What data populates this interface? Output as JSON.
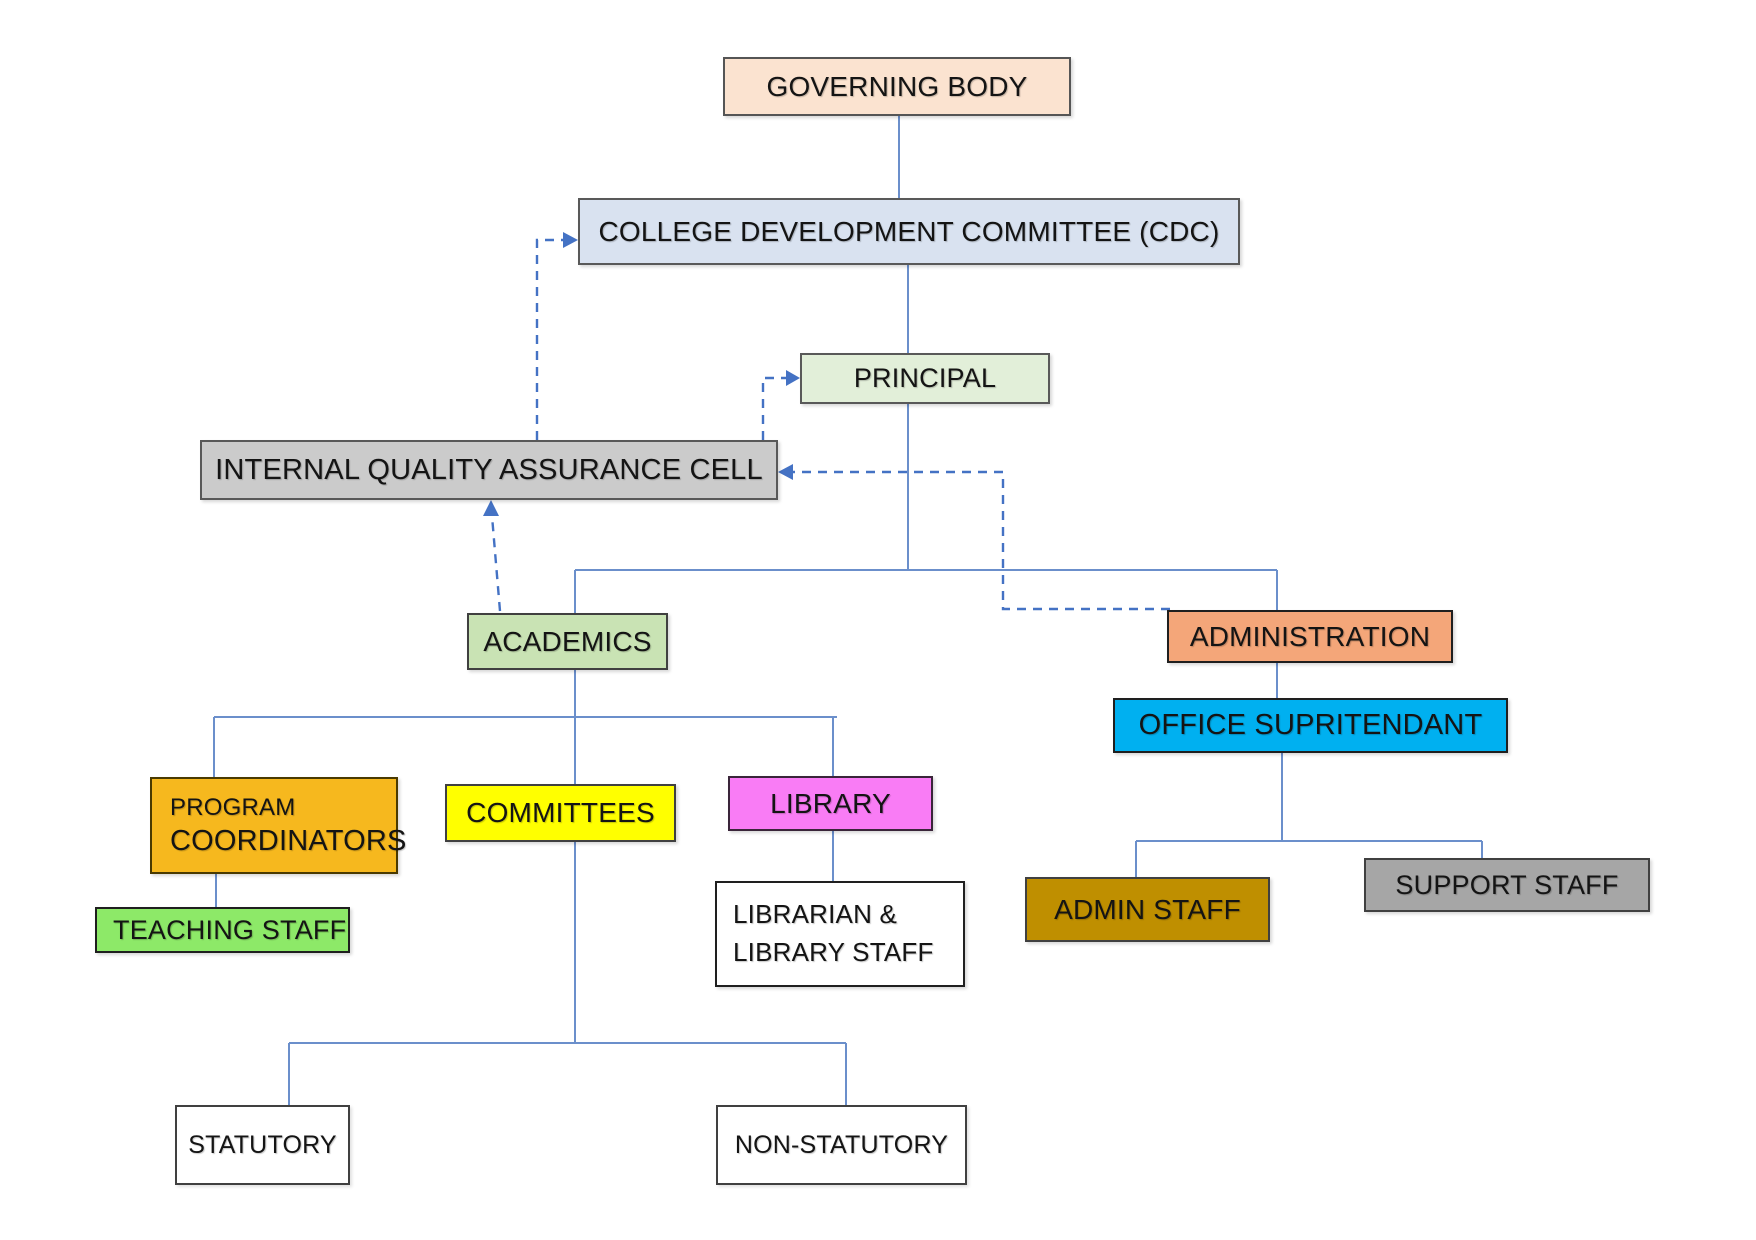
{
  "diagram": {
    "type": "organization-chart",
    "background": "#FFFFFF",
    "colors": {
      "solid_connector": "#6B8FCB",
      "dashed_connector": "#4472C4",
      "text": "#141414"
    },
    "nodes": {
      "governing_body": {
        "label": "GOVERNING BODY",
        "fill": "#FBE3D0",
        "border": "#555555"
      },
      "cdc": {
        "label": "COLLEGE DEVELOPMENT COMMITTEE (CDC)",
        "fill": "#D9E2F0",
        "border": "#595959"
      },
      "principal": {
        "label": "PRINCIPAL",
        "fill": "#E2EFD9",
        "border": "#595959"
      },
      "iqac": {
        "label": "INTERNAL QUALITY ASSURANCE CELL",
        "fill": "#CBCBCB",
        "border": "#595959"
      },
      "academics": {
        "label": "ACADEMICS",
        "fill": "#C9E3B4",
        "border": "#404040"
      },
      "administration": {
        "label": "ADMINISTRATION",
        "fill": "#F4A679",
        "border": "#1F1F1F"
      },
      "office_supritendant": {
        "label": "OFFICE SUPRITENDANT",
        "fill": "#00B0F0",
        "border": "#1F1F1F"
      },
      "program_coordinators": {
        "label_line1": "PROGRAM",
        "label_line2": "COORDINATORS",
        "fill": "#F6B81E",
        "border": "#4A3A00"
      },
      "committees": {
        "label": "COMMITTEES",
        "fill": "#FFFF00",
        "border": "#404040"
      },
      "library": {
        "label": "LIBRARY",
        "fill": "#F97CF5",
        "border": "#3A253A"
      },
      "librarian_library_staff": {
        "label_line1": "LIBRARIAN &",
        "label_line2": "LIBRARY STAFF",
        "fill": "#FFFFFF",
        "border": "#1F1F1F"
      },
      "teaching_staff": {
        "label": "TEACHING STAFF",
        "fill": "#8DE968",
        "border": "#1F1F1F"
      },
      "admin_staff": {
        "label": "ADMIN STAFF",
        "fill": "#BF8F00",
        "border": "#404040"
      },
      "support_staff": {
        "label": "SUPPORT STAFF",
        "fill": "#A6A6A6",
        "border": "#404040"
      },
      "statutory": {
        "label": "STATUTORY",
        "fill": "#FFFFFF",
        "border": "#404040"
      },
      "non_statutory": {
        "label": "NON-STATUTORY",
        "fill": "#FFFFFF",
        "border": "#404040"
      }
    },
    "edges_solid": [
      {
        "from": "governing_body",
        "to": "cdc"
      },
      {
        "from": "cdc",
        "to": "principal"
      },
      {
        "from": "principal",
        "to": "academics"
      },
      {
        "from": "principal",
        "to": "administration"
      },
      {
        "from": "academics",
        "to": "program_coordinators"
      },
      {
        "from": "academics",
        "to": "committees"
      },
      {
        "from": "academics",
        "to": "library"
      },
      {
        "from": "program_coordinators",
        "to": "teaching_staff"
      },
      {
        "from": "library",
        "to": "librarian_library_staff"
      },
      {
        "from": "committees",
        "to": "statutory"
      },
      {
        "from": "committees",
        "to": "non_statutory"
      },
      {
        "from": "administration",
        "to": "office_supritendant"
      },
      {
        "from": "office_supritendant",
        "to": "admin_staff"
      },
      {
        "from": "office_supritendant",
        "to": "support_staff"
      }
    ],
    "edges_dashed": [
      {
        "from": "iqac",
        "to": "cdc"
      },
      {
        "from": "iqac",
        "to": "principal"
      },
      {
        "from": "academics",
        "to": "iqac"
      },
      {
        "from": "administration",
        "to": "iqac"
      }
    ]
  }
}
